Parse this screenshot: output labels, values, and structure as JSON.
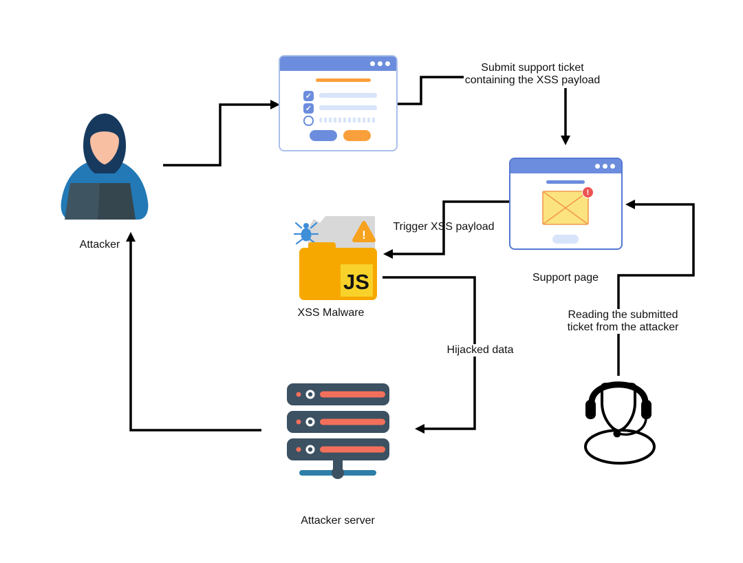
{
  "diagram": {
    "nodes": {
      "attacker": {
        "label": "Attacker"
      },
      "support_page": {
        "label": "Support page"
      },
      "xss_malware": {
        "label": "XSS Malware"
      },
      "attacker_server": {
        "label": "Attacker server"
      }
    },
    "edges": {
      "submit_ticket": {
        "label": "Submit support ticket containing the XSS payload"
      },
      "trigger_payload": {
        "label": "Trigger XSS payload"
      },
      "hijacked_data": {
        "label": "Hijacked data"
      },
      "reading_ticket": {
        "label": "Reading the submitted ticket from the attacker"
      }
    },
    "icons": {
      "checkmark": "✓",
      "js_badge_text": "JS",
      "warning_mark": "!",
      "notification_mark": "!"
    }
  },
  "colors": {
    "window_blue": "#6C8DDD",
    "window_border_light": "#A9BFEA",
    "window_border_strong": "#5577D4",
    "accent_orange": "#F9A03C",
    "light_blue": "#D8E4FA",
    "hood_navy": "#17395E",
    "hoodie_blue": "#2279B5",
    "face_peach": "#F9BFA2",
    "laptop_dark": "#3E5461",
    "laptop_darker": "#35464F",
    "paper_gray": "#D8D8D8",
    "bug_blue": "#3E8ED8",
    "warning_orange": "#F6A21E",
    "folder_amber": "#F6A800",
    "js_yellow": "#F8D22A",
    "envelope_yellow": "#FBE380",
    "envelope_stroke": "#F2994A",
    "badge_red": "#EE5253",
    "server_slate": "#3C5162",
    "server_red": "#F2705B",
    "link_blue": "#2E7EA8",
    "connector_black": "#000000"
  }
}
